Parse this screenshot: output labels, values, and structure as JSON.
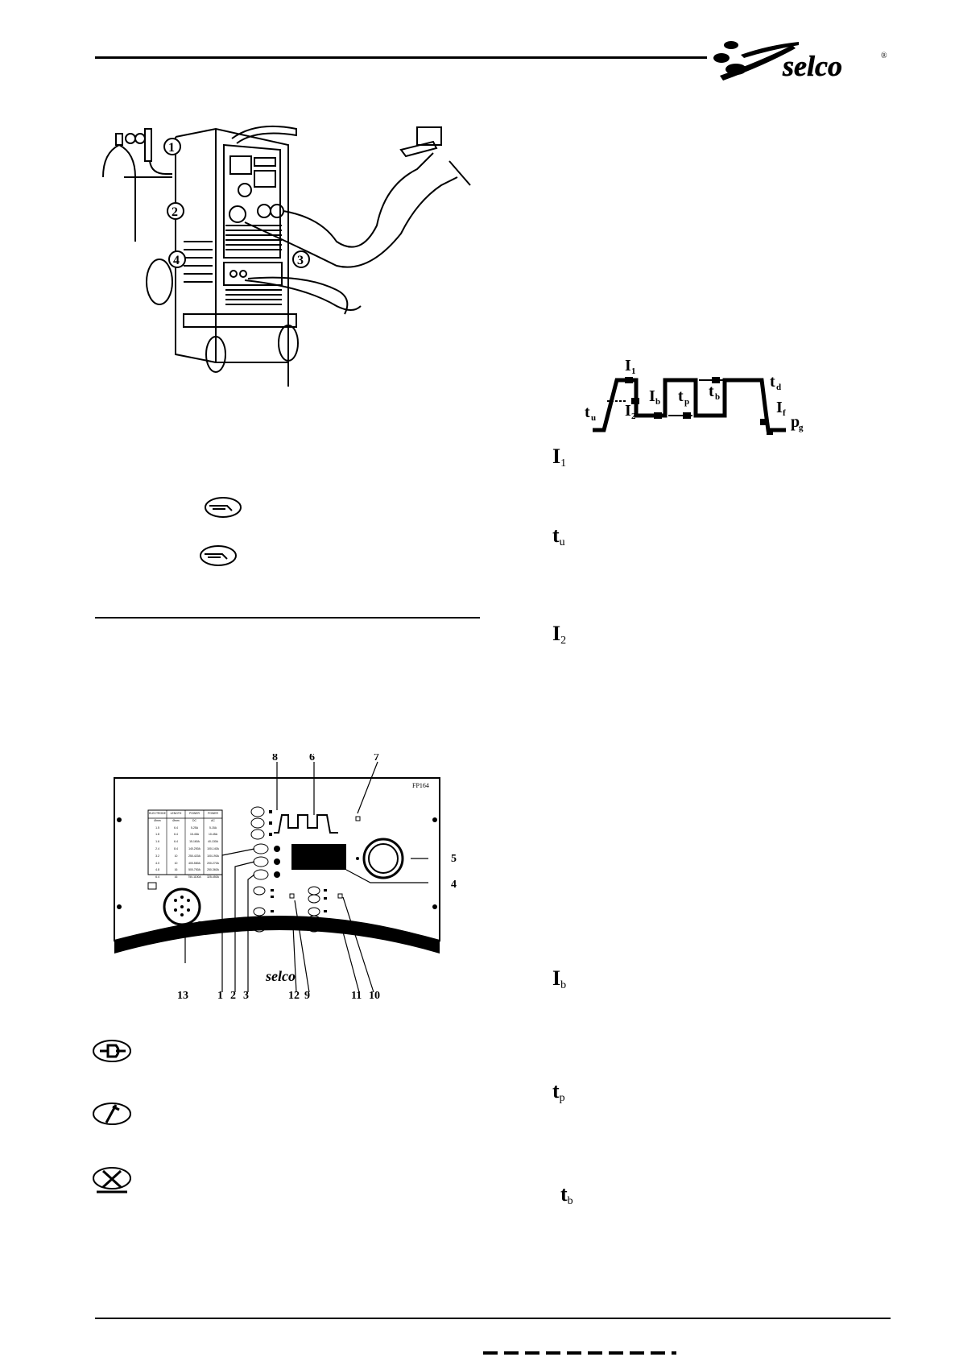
{
  "header": {
    "brand": "selco",
    "brand_mark": "®"
  },
  "figure1": {
    "callouts": [
      "1",
      "2",
      "3",
      "4"
    ]
  },
  "waveform": {
    "labels": {
      "i1": "I",
      "i1_sub": "1",
      "ib": "I",
      "ib_sub": "b",
      "i2": "I",
      "i2_sub": "2",
      "tp": "t",
      "tp_sub": "p",
      "tb": "t",
      "tb_sub": "b",
      "tu": "t",
      "tu_sub": "u",
      "td": "t",
      "td_sub": "d",
      "if": "I",
      "if_sub": "f",
      "pg": "p",
      "pg_sub": "g"
    }
  },
  "panel": {
    "model": "FP164",
    "brand": "selco",
    "callouts_top": [
      "8",
      "6",
      "7"
    ],
    "callouts_right": [
      "5",
      "4"
    ],
    "callouts_bottom": [
      "13",
      "1",
      "2",
      "3",
      "12",
      "9",
      "11",
      "10"
    ],
    "electrode_table": {
      "headers": [
        "ELECTRODE",
        "LENGTH",
        "POWER",
        "POWER"
      ],
      "subheaders": [
        "Ømm",
        "Ømm",
        "DC",
        "AC"
      ],
      "rows": [
        [
          "1.5",
          "6.4",
          "5-25A",
          "5-15A"
        ],
        [
          "1.8",
          "6.4",
          "15-45A",
          "10-45A"
        ],
        [
          "1.6",
          "6.4",
          "15-160A",
          "40-130A"
        ],
        [
          "2.4",
          "8.4",
          "140-250A",
          "100-140A"
        ],
        [
          "3.2",
          "10",
          "250-420A",
          "100-190A"
        ],
        [
          "4.0",
          "10",
          "400-580A",
          "200-270A"
        ],
        [
          "4.8",
          "16",
          "500-750A",
          "250-360A"
        ],
        [
          "6.4",
          "16",
          "750-1100A",
          "325-450A"
        ]
      ]
    }
  },
  "right_symbols": [
    {
      "main": "I",
      "sub": "1"
    },
    {
      "main": "t",
      "sub": "u"
    },
    {
      "main": "I",
      "sub": "2"
    },
    {
      "main": "I",
      "sub": "b"
    },
    {
      "main": "t",
      "sub": "p"
    },
    {
      "main": "t",
      "sub": "b"
    }
  ]
}
